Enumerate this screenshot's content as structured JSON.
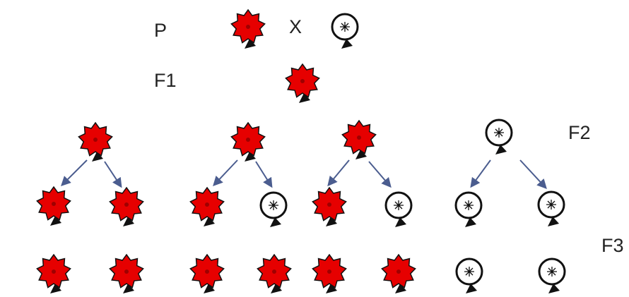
{
  "labels": {
    "p": "P",
    "cross": "X",
    "f1": "F1",
    "f2": "F2",
    "f3": "F3"
  },
  "colors": {
    "dominant_flower": "#e60000",
    "recessive_flower": "#ffffff",
    "outline": "#111111",
    "arrow": "#4b5d8f"
  },
  "legend_note": "",
  "plants": {
    "parents": [
      "red",
      "white"
    ],
    "f1": [
      "red"
    ],
    "f2": [
      "red",
      "red",
      "red",
      "white"
    ],
    "f3_children": [
      [
        "red",
        "red"
      ],
      [
        "red",
        "white"
      ],
      [
        "red",
        "white"
      ],
      [
        "white",
        "white"
      ]
    ],
    "f3_offspring": [
      "red",
      "red",
      "red",
      "red",
      "red",
      "red",
      "white",
      "white"
    ]
  }
}
